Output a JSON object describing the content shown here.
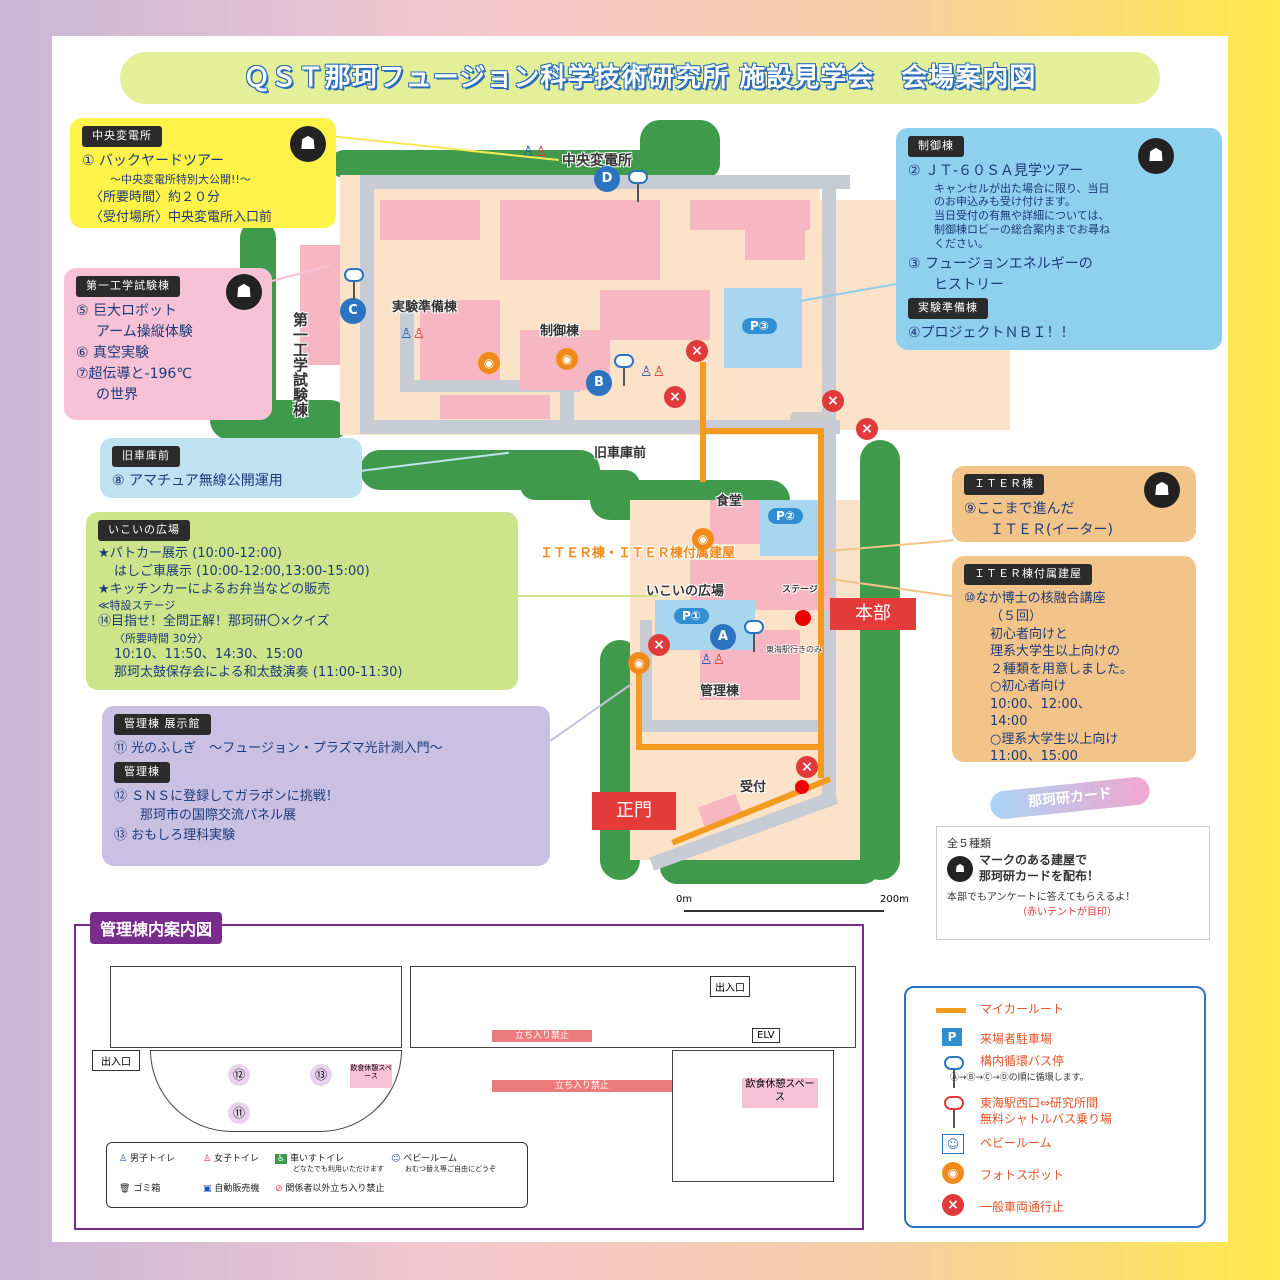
{
  "title": "ＱＳＴ那珂フュージョン科学技術研究所 施設見学会　会場案内図",
  "boxes": {
    "chuou": {
      "tag": "中央変電所",
      "lines": [
        "① バックヤードツアー",
        "～中央変電所特別大公開!!～",
        "〈所要時間〉約２０分",
        "〈受付場所〉中央変電所入口前"
      ]
    },
    "seigyo": {
      "tag": "制御棟",
      "lines": [
        "② ＪＴ-６０ＳＡ見学ツアー",
        "キャンセルが出た場合に限り、当日",
        "のお申込みも受け付けます。",
        "当日受付の有無や詳細については、",
        "制御棟ロビーの総合案内までお尋ね",
        "ください。",
        "③ フュージョンエネルギーの",
        "ヒストリー"
      ],
      "tag2": "実験準備棟",
      "lines2": [
        "④プロジェクトＮＢＩ！！"
      ]
    },
    "kogaku": {
      "tag": "第一工学試験棟",
      "lines": [
        "⑤ 巨大ロボット",
        "アーム操縦体験",
        "⑥ 真空実験",
        "⑦超伝導と-196℃",
        "の世界"
      ]
    },
    "kyusha": {
      "tag": "旧車庫前",
      "lines": [
        "⑧ アマチュア無線公開運用"
      ]
    },
    "iter": {
      "tag": "ＩＴＥＲ棟",
      "lines": [
        "⑨ここまで進んだ",
        "ＩＴＥＲ(イーター)"
      ]
    },
    "iter_fuzoku": {
      "tag": "ＩＴＥＲ棟付属建屋",
      "lines": [
        "⑩なか博士の核融合講座",
        "（５回）",
        "初心者向けと",
        "理系大学生以上向けの",
        "２種類を用意しました。",
        "○初心者向け",
        "10:00、12:00、",
        "14:00",
        "○理系大学生以上向け",
        "11:00、15:00"
      ]
    },
    "ikoi": {
      "tag": "いこいの広場",
      "lines": [
        "★パトカー展示 (10:00-12:00)",
        "はしご車展示 (10:00-12:00,13:00-15:00)",
        "★キッチンカーによるお弁当などの販売",
        "≪特設ステージ",
        "⑭目指せ！全問正解！那珂研〇×クイズ",
        "〈所要時間 30分〉",
        "10:10、11:50、14:30、15:00",
        "那珂太鼓保存会による和太鼓演奏 (11:00-11:30)"
      ]
    },
    "kanri": {
      "tag": "管理棟 展示館",
      "lines": [
        "⑪ 光のふしぎ　～フュージョン・プラズマ光計測入門～"
      ],
      "tag2": "管理棟",
      "lines2": [
        "⑫ ＳＮＳに登録してガラポンに挑戦！",
        "那珂市の国際交流パネル展",
        "⑬ おもしろ理科実験"
      ]
    }
  },
  "map": {
    "labels": {
      "chuou": "中央変電所",
      "kogaku": "第一工学試験棟",
      "jikken": "実験準備棟",
      "seigyo": "制御棟",
      "kyusha": "旧車庫前",
      "shokudo": "食堂",
      "iter": "ＩＴＥＲ棟・ＩＴＥＲ棟付属建屋",
      "ikoi": "いこいの広場",
      "stage": "ステージ",
      "kanri": "管理棟",
      "uketsuke": "受付",
      "seimon": "正門",
      "honbu": "本部",
      "shuttle_note": "東海駅行きのみ"
    },
    "bus": [
      "A",
      "B",
      "C",
      "D"
    ],
    "parking": [
      "P①",
      "P②",
      "P③"
    ],
    "scale": [
      "0m",
      "200m"
    ]
  },
  "card": {
    "ribbon": "那珂研カード",
    "line1": "全５種類",
    "line2": "マークのある建屋で",
    "line3": "那珂研カードを配布！",
    "line4": "本部でもアンケートに答えてもらえるよ！",
    "line5": "（赤いテントが目印）"
  },
  "floor": {
    "title": "管理棟内案内図",
    "deguchi": "出入口",
    "deguchi2": "出入口",
    "elv": "ELV",
    "nogo": "立ち入り禁止",
    "inshoku": "飲食休憩スペース",
    "inshoku_small": "飲食休憩スペース",
    "numbers": [
      "⑫",
      "⑬",
      "⑪"
    ],
    "legend": {
      "male": "男子トイレ",
      "female": "女子トイレ",
      "wheel": "車いすトイレ",
      "wheel_sub": "どなたでも利用いただけます",
      "baby": "ベビールーム",
      "baby_sub": "おむつ替え等ご自由にどうぞ",
      "trash": "ゴミ箱",
      "vending": "自動販売機",
      "nogo": "関係者以外立ち入り禁止"
    }
  },
  "legend": {
    "route": "マイカールート",
    "parking": "来場者駐車場",
    "bus": "構内循環バス停",
    "bus_order": "Ⓐ→Ⓑ→Ⓒ→Ⓓの順に循環します。",
    "shuttle1": "東海駅西口⇔研究所間",
    "shuttle2": "無料シャトルバス乗り場",
    "baby": "ベビールーム",
    "photo": "フォトスポット",
    "noentry": "一般車両通行止"
  },
  "colors": {
    "route": "#f29b1f",
    "bus": "#2c74c2",
    "noentry": "#e03a3a",
    "building": "#f6b7c3",
    "tree": "#3f9b4b"
  }
}
